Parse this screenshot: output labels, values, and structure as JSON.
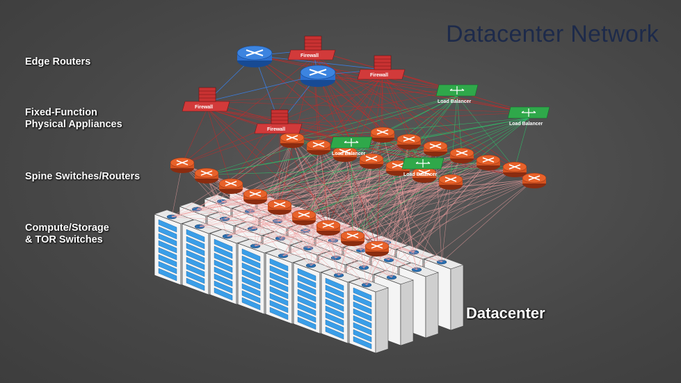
{
  "title": "Datacenter Network",
  "layers": {
    "edge_routers": "Edge Routers",
    "fixed_function_line1": "Fixed-Function",
    "fixed_function_line2": "Physical Appliances",
    "spine": "Spine Switches/Routers",
    "compute_line1": "Compute/Storage",
    "compute_line2": "& TOR Switches"
  },
  "datacenter_label": "Datacenter",
  "appliance_labels": {
    "firewall": "Firewall",
    "load_balancer": "Load Balancer"
  },
  "colors": {
    "router_blue": "#2b6fd0",
    "firewall_red": "#d23a3a",
    "load_balancer_green": "#2fa84a",
    "spine_orange": "#d4521f",
    "server_blue": "#3a9ee8",
    "link_red": "#c42a2a",
    "link_green": "#2ec46a",
    "link_blue": "#3a7de0",
    "link_pink": "#f0a0a0",
    "title_color": "#1d2a4a"
  },
  "icons": [
    "router-icon",
    "firewall-icon",
    "load-balancer-icon",
    "spine-switch-icon",
    "server-rack-icon",
    "tor-switch-icon"
  ]
}
